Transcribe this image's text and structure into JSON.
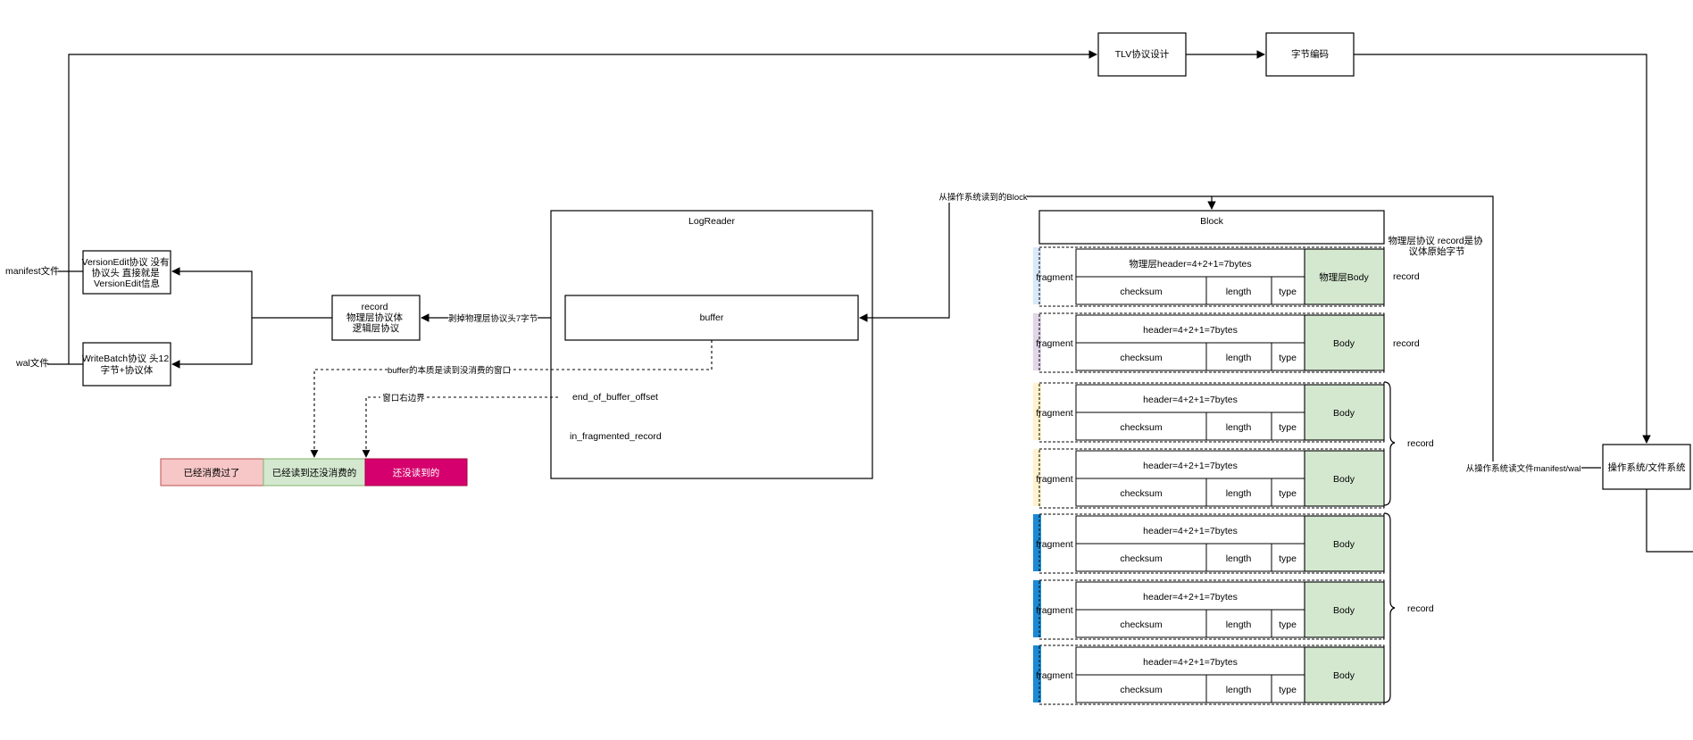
{
  "colors": {
    "consumed": "#f7c6c7",
    "read_unconsumed": "#d4e8d0",
    "unread": "#d5006d",
    "body_green": "#d4e8d0",
    "strip_blue_light": "#dae8fc",
    "strip_purple": "#e1d5e7",
    "strip_yellow": "#fff2cc",
    "strip_blue_dark": "#1b8ad4"
  },
  "top_flow": {
    "tlv": "TLV协议设计",
    "byte_encoding": "字节编码",
    "os_fs": "操作系统/文件系统"
  },
  "left": {
    "manifest_file": "manifest文件",
    "wal_file": "wal文件",
    "version_edit_lines": [
      "VersionEdit协议 没有",
      "协议头 直接就是",
      "VersionEdit信息"
    ],
    "write_batch_lines": [
      "WriteBatch协议 头12",
      "字节+协议体"
    ],
    "record_lines": [
      "record",
      "物理层协议体",
      "逻辑层协议"
    ],
    "strip_header_label": "剥掉物理层协议头7字节"
  },
  "log_reader": {
    "title": "LogReader",
    "buffer": "buffer",
    "end_offset": "end_of_buffer_offset",
    "in_fragmented": "in_fragmented_record",
    "window_note": "buffer的本质是读到没消费的窗口",
    "window_right": "窗口右边界"
  },
  "buffer_states": {
    "consumed": "已经消费过了",
    "read_unconsumed": "已经读到还没消费的",
    "unread": "还没读到的"
  },
  "block": {
    "title": "Block",
    "read_from_os": "从操作系统读到的Block",
    "os_read_manifest_wal": "从操作系统读文件manifest/wal",
    "physical_note_lines": [
      "物理层协议 record是协",
      "议体原始字节"
    ],
    "record_label": "record",
    "fragment_label": "fragment",
    "checksum": "checksum",
    "length": "length",
    "type": "type",
    "fragments": [
      {
        "header": "物理层header=4+2+1=7bytes",
        "body": "物理层Body",
        "strip": "blue_light"
      },
      {
        "header": "header=4+2+1=7bytes",
        "body": "Body",
        "strip": "purple"
      },
      {
        "header": "header=4+2+1=7bytes",
        "body": "Body",
        "strip": "yellow"
      },
      {
        "header": "header=4+2+1=7bytes",
        "body": "Body",
        "strip": "yellow"
      },
      {
        "header": "header=4+2+1=7bytes",
        "body": "Body",
        "strip": "blue_dark"
      },
      {
        "header": "header=4+2+1=7bytes",
        "body": "Body",
        "strip": "blue_dark"
      },
      {
        "header": "header=4+2+1=7bytes",
        "body": "Body",
        "strip": "blue_dark"
      }
    ]
  }
}
